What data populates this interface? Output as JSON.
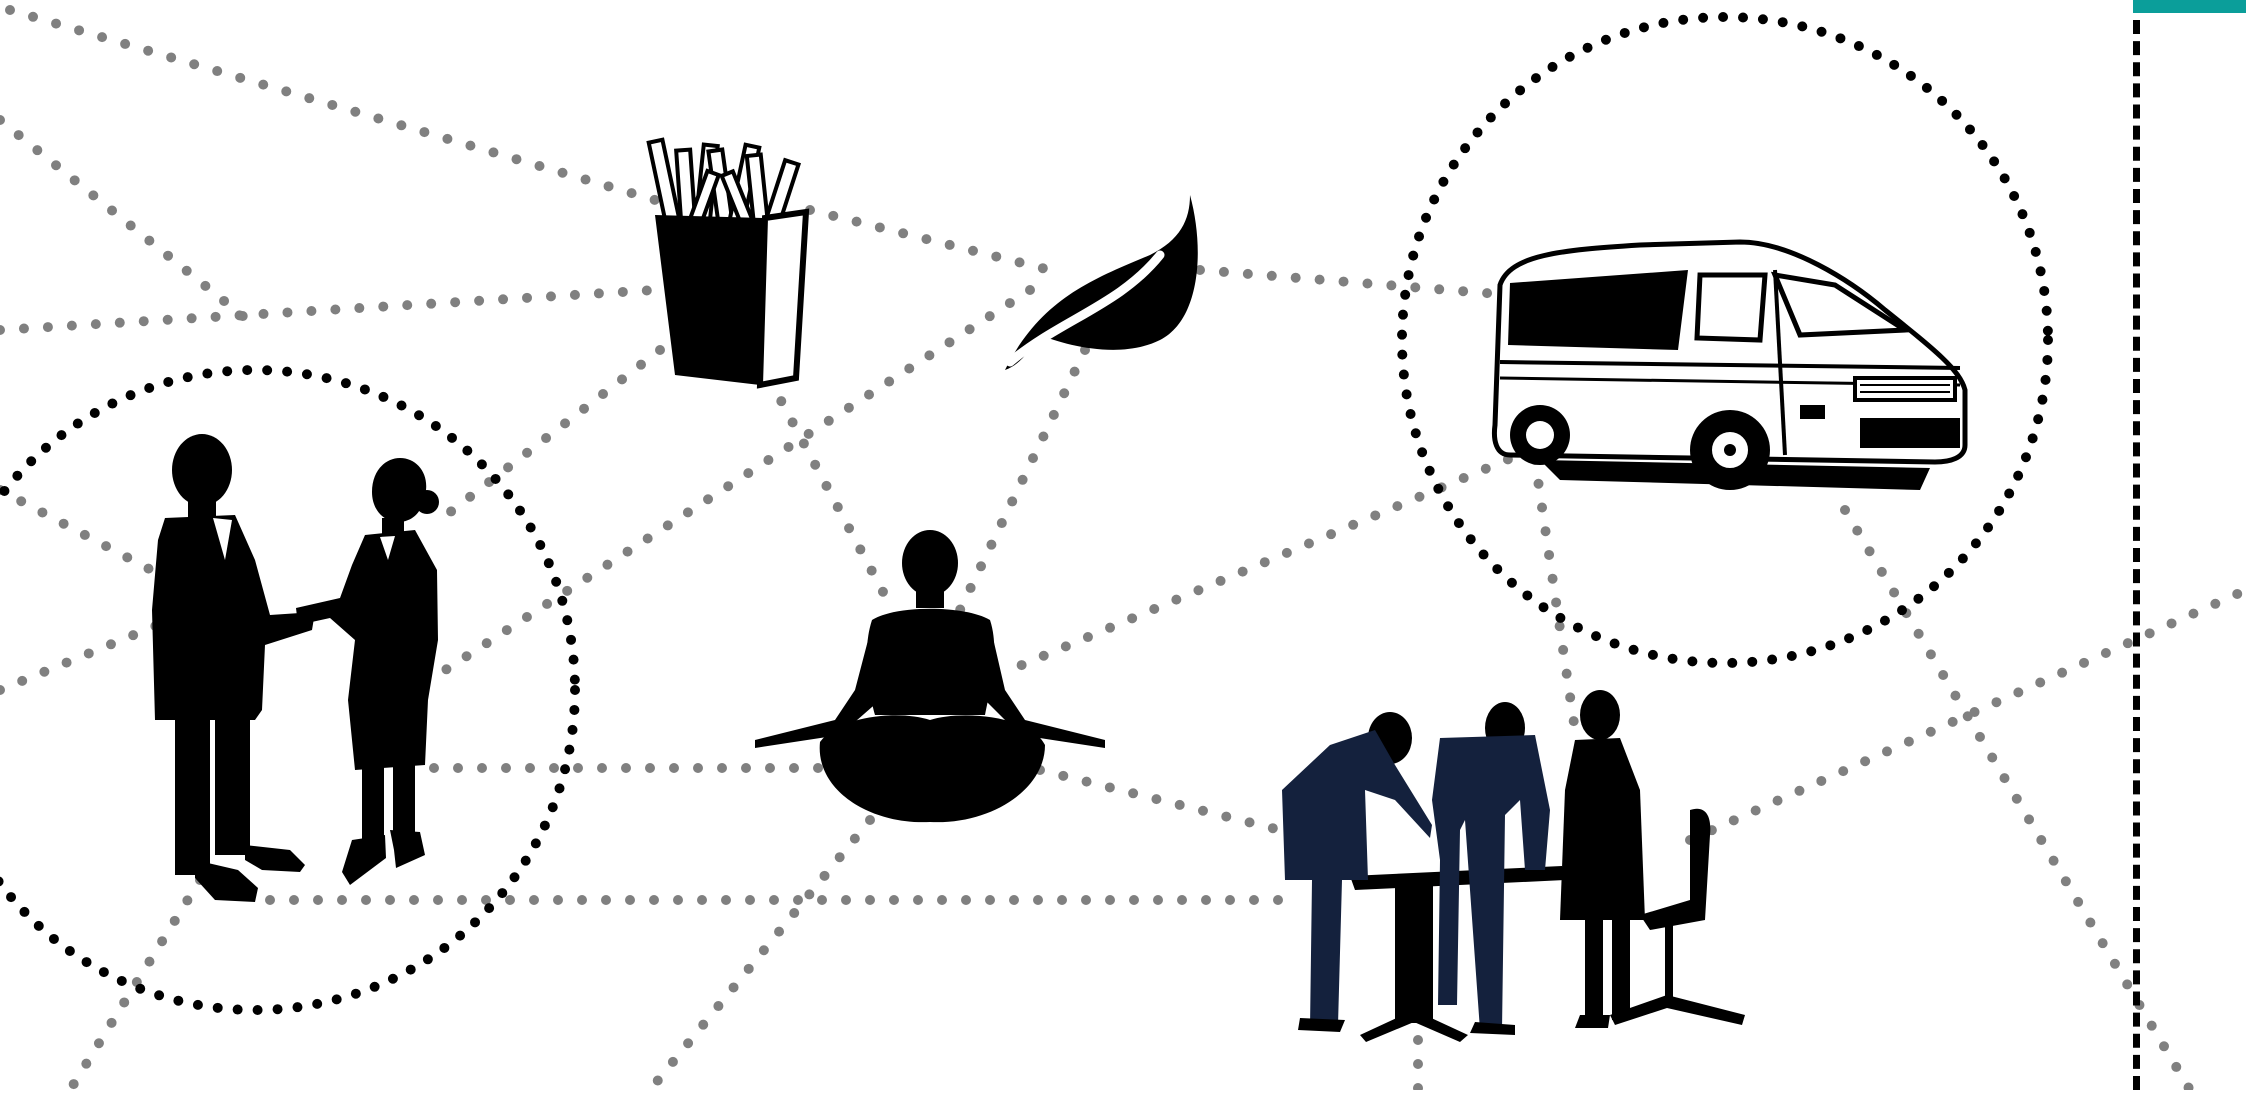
{
  "diagram": {
    "colors": {
      "background": "#ffffff",
      "silhouette": "#000000",
      "connector": "#808080",
      "group_ring": "#000000",
      "accent": "#0b9e9a",
      "workwear": "#14213d"
    },
    "connector_style": "dotted",
    "group_ring_style": "dotted",
    "nodes": [
      {
        "id": "business-meeting",
        "icon": "handshake-people-icon",
        "grouped": true
      },
      {
        "id": "fast-food",
        "icon": "french-fries-icon",
        "grouped": false
      },
      {
        "id": "nature",
        "icon": "leaf-icon",
        "grouped": false
      },
      {
        "id": "transport",
        "icon": "van-icon",
        "grouped": true
      },
      {
        "id": "wellbeing",
        "icon": "meditation-person-icon",
        "grouped": false
      },
      {
        "id": "teamwork",
        "icon": "office-team-icon",
        "grouped": false
      }
    ]
  }
}
